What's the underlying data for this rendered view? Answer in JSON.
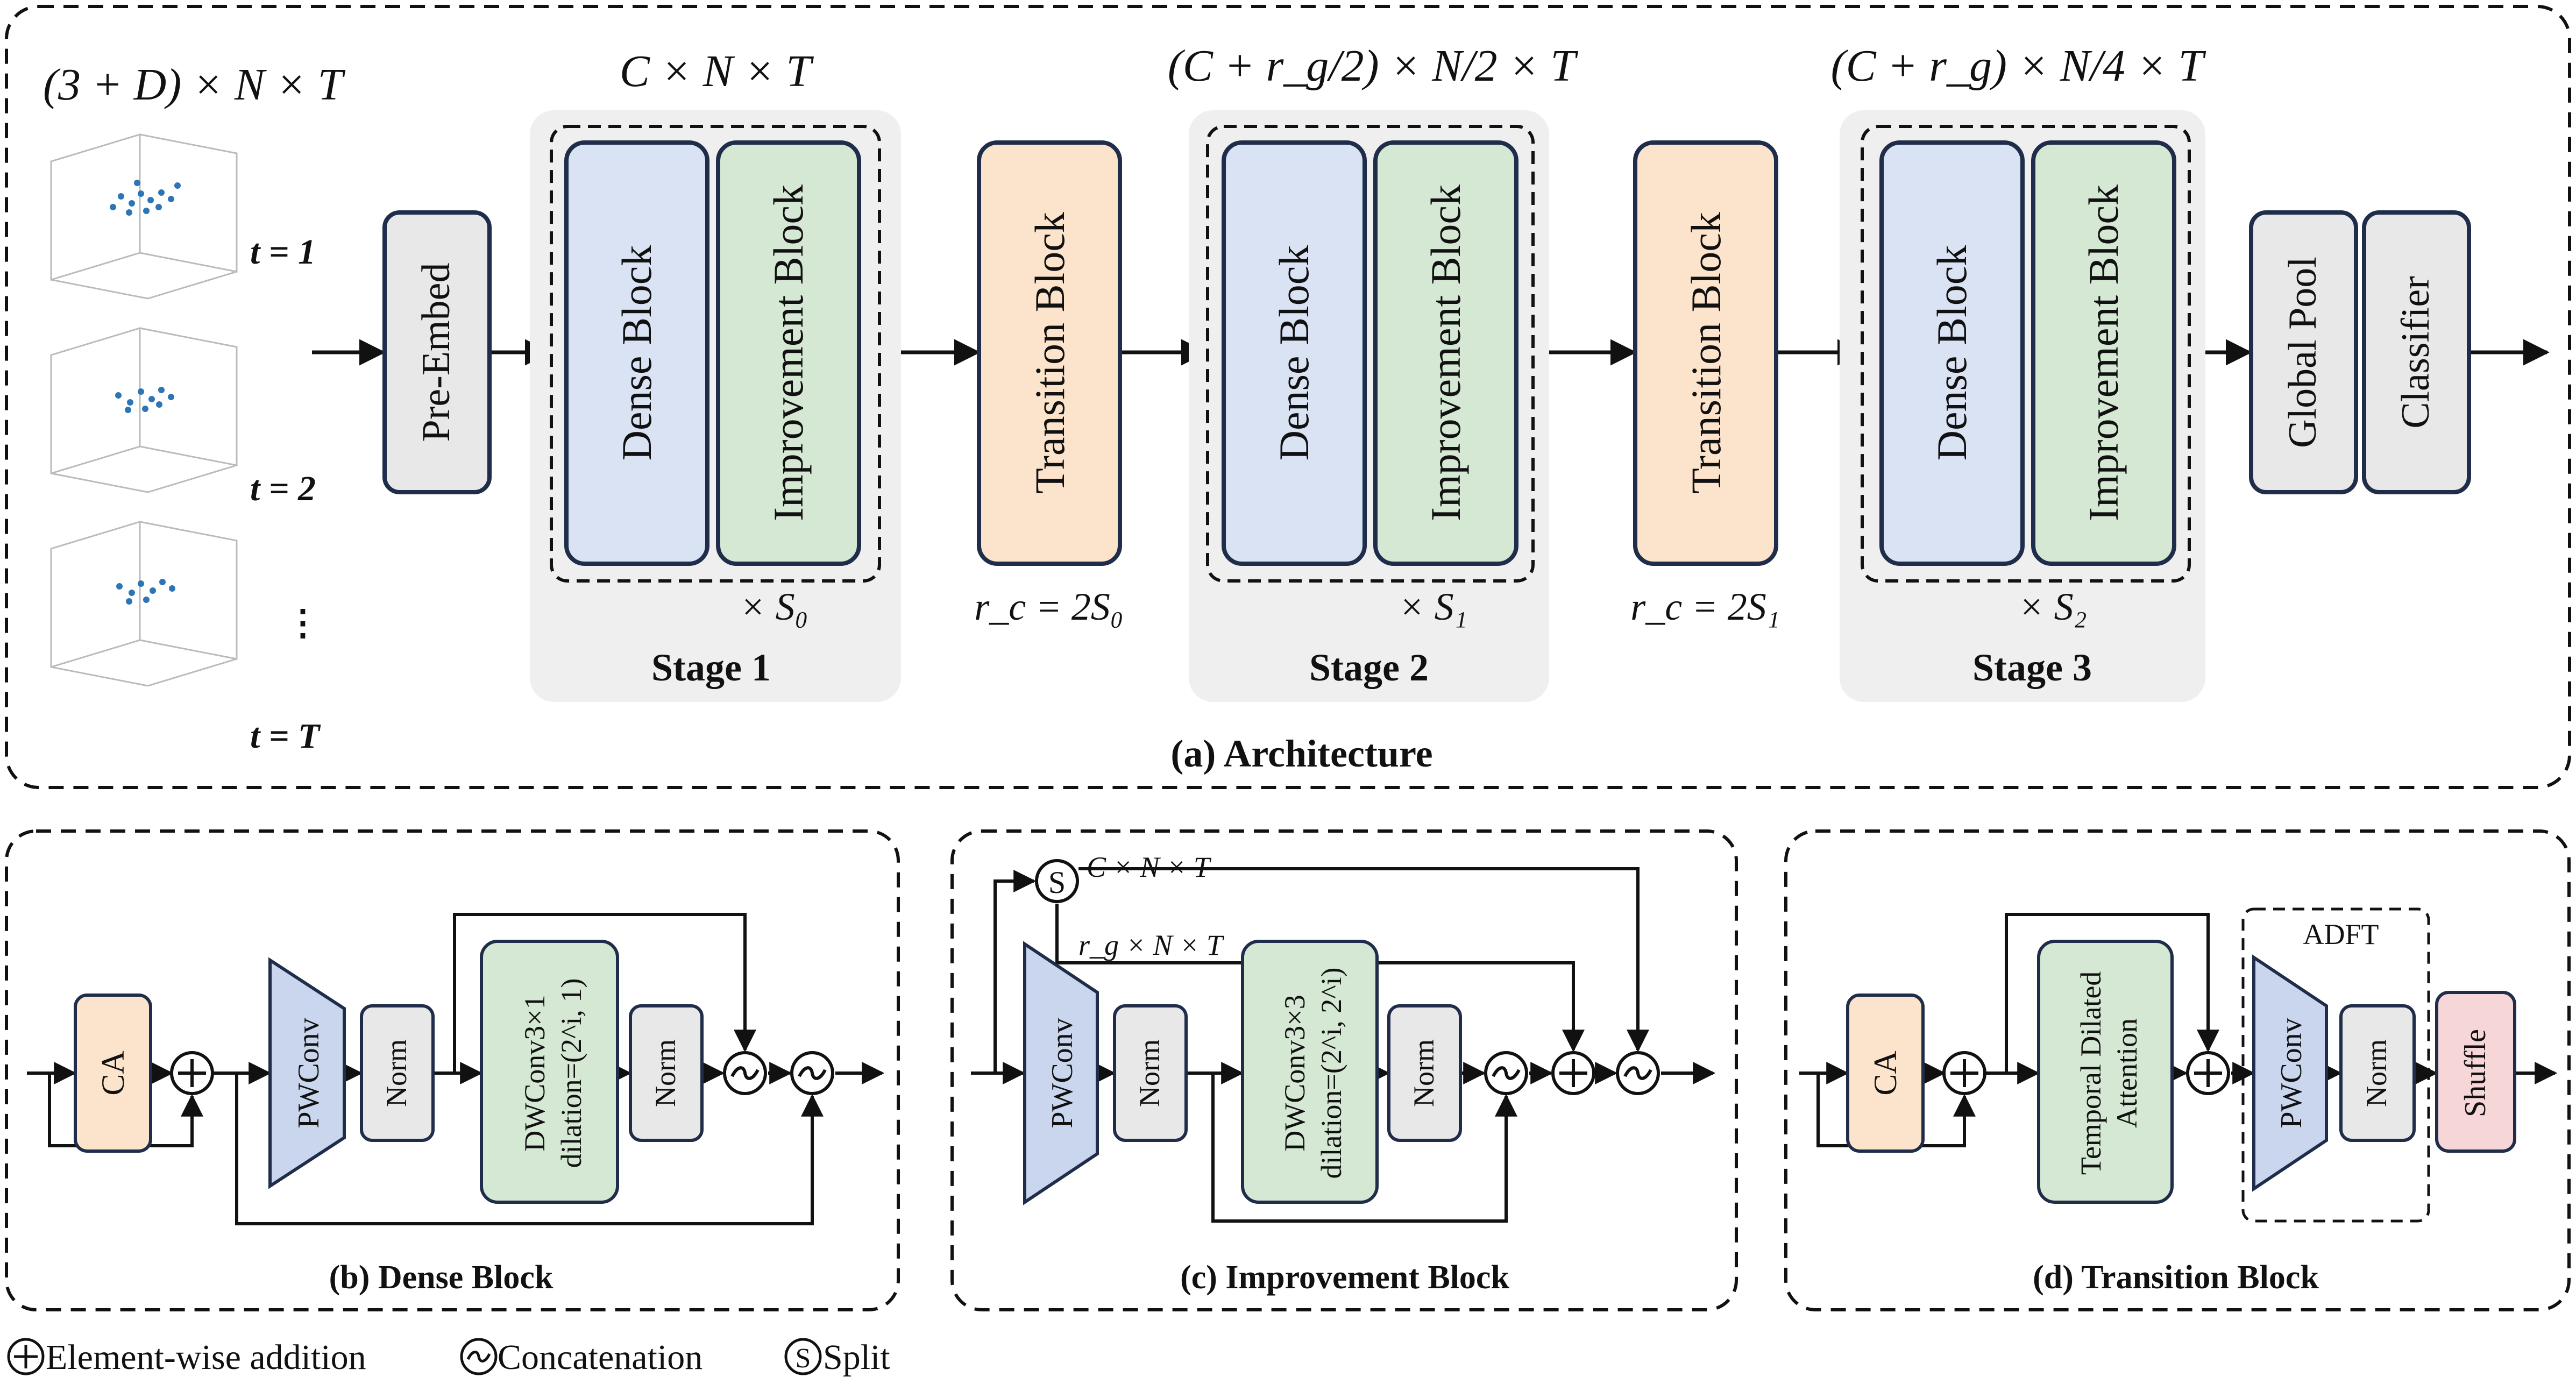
{
  "architecture": {
    "caption": "(a) Architecture",
    "input": {
      "shape_label": "(3 + D) × N × T",
      "frames": [
        "t = 1",
        "t = 2",
        "⋮",
        "t = T"
      ]
    },
    "pre_embed": "Pre-Embed",
    "stages": [
      {
        "title": "Stage 1",
        "shape": "C × N × T",
        "repeat": "× S₀",
        "blocks": [
          "Dense Block",
          "Improvement Block"
        ]
      },
      {
        "title": "Stage 2",
        "shape": "(C + r_g/2) × N/2 × T",
        "repeat": "× S₁",
        "blocks": [
          "Dense Block",
          "Improvement Block"
        ]
      },
      {
        "title": "Stage 3",
        "shape": "(C + r_g) × N/4 × T",
        "repeat": "× S₂",
        "blocks": [
          "Dense Block",
          "Improvement Block"
        ]
      }
    ],
    "transitions": [
      {
        "label": "Transition Block",
        "ratio": "r_c = 2S₀"
      },
      {
        "label": "Transition Block",
        "ratio": "r_c = 2S₁"
      }
    ],
    "global_pool": "Global Pool",
    "classifier": "Classifier"
  },
  "dense_block": {
    "caption": "(b) Dense Block",
    "ca": "CA",
    "pwconv": "PWConv",
    "norm1": "Norm",
    "dwconv": "DWConv3×1",
    "dilation": "dilation=(2^i, 1)",
    "norm2": "Norm"
  },
  "improvement_block": {
    "caption": "(c) Improvement Block",
    "split_symbol": "S",
    "split_top": "C × N × T",
    "split_bottom": "r_g × N × T",
    "pwconv": "PWConv",
    "norm1": "Norm",
    "dwconv": "DWConv3×3",
    "dilation": "dilation=(2^i, 2^i)",
    "norm2": "Norm"
  },
  "transition_block": {
    "caption": "(d) Transition Block",
    "ca": "CA",
    "attention_line1": "Temporal Dilated",
    "attention_line2": "Attention",
    "adft": "ADFT",
    "pwconv": "PWConv",
    "norm": "Norm",
    "shuffle": "Shuffle"
  },
  "legend": [
    {
      "symbol": "plus",
      "label": "Element-wise addition"
    },
    {
      "symbol": "concat",
      "label": "Concatenation"
    },
    {
      "symbol": "split",
      "label": "Split"
    }
  ],
  "colors": {
    "dense": "#dae3f3",
    "improvement": "#d5e8d4",
    "transition": "#fce4cc",
    "gray": "#e8e8e8",
    "stage_bg": "#efefef",
    "stroke": "#1f2d4a",
    "shuffle": "#f6d6d6",
    "pwconv": "#c9d6ee"
  }
}
